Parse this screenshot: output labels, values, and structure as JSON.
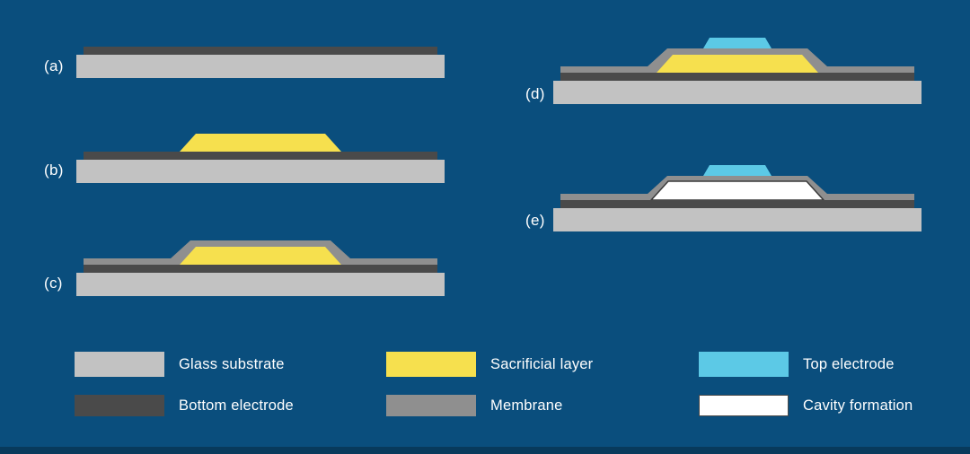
{
  "colors": {
    "background": "#0a4e7d",
    "footer_strip": "#083a5c",
    "glass_substrate": "#c2c2c2",
    "bottom_electrode": "#4a4a4a",
    "sacrificial_layer": "#f6e04e",
    "membrane": "#8f8f8f",
    "top_electrode": "#5cc9e6",
    "cavity": "#ffffff",
    "text": "#ffffff"
  },
  "steps": [
    {
      "id": "a",
      "label": "(a)"
    },
    {
      "id": "b",
      "label": "(b)"
    },
    {
      "id": "c",
      "label": "(c)"
    },
    {
      "id": "d",
      "label": "(d)"
    },
    {
      "id": "e",
      "label": "(e)"
    }
  ],
  "legend": [
    {
      "label": "Glass substrate"
    },
    {
      "label": "Bottom electrode"
    },
    {
      "label": "Sacrificial layer"
    },
    {
      "label": "Membrane"
    },
    {
      "label": "Top electrode"
    },
    {
      "label": "Cavity formation"
    }
  ]
}
